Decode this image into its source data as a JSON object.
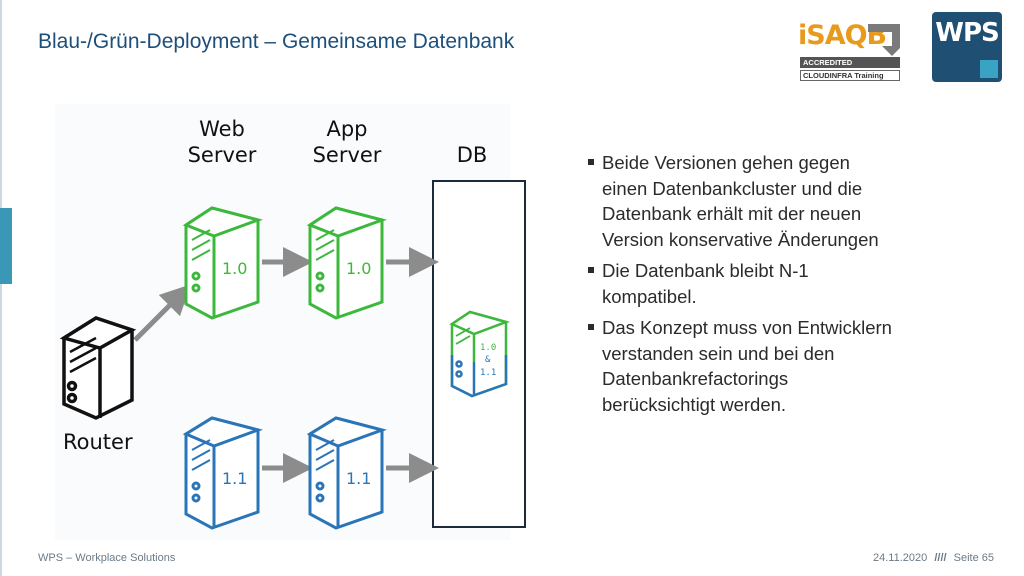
{
  "slide": {
    "title": "Blau-/Grün-Deployment – Gemeinsame Datenbank",
    "footer_left": "WPS – Workplace Solutions",
    "footer_date": "24.11.2020",
    "footer_sep": "////",
    "footer_page": "Seite 65"
  },
  "logos": {
    "isaqb_text": "iSAQB",
    "isaqb_accredited": "ACCREDITED",
    "isaqb_training": "CLOUDINFRA Training",
    "wps_text": "WPS"
  },
  "diagram": {
    "col_web": "Web\nServer",
    "col_app": "App\nServer",
    "col_db": "DB",
    "router_label": "Router",
    "green_version": "1.0",
    "blue_version": "1.1",
    "db_version_top": "1.0",
    "db_version_amp": "&",
    "db_version_bottom": "1.1",
    "colors": {
      "green": "#3cb83c",
      "blue": "#2a74b8",
      "arrow": "#8c8c8c",
      "router": "#111111"
    }
  },
  "bullets": [
    "Beide Versionen gehen gegen einen Datenbankcluster und die Datenbank erhält mit der neuen Version konservative Änderungen",
    "Die Datenbank bleibt N-1 kompatibel.",
    "Das Konzept muss von Entwicklern verstanden sein und bei den Datenbankrefactorings berücksichtigt werden."
  ]
}
